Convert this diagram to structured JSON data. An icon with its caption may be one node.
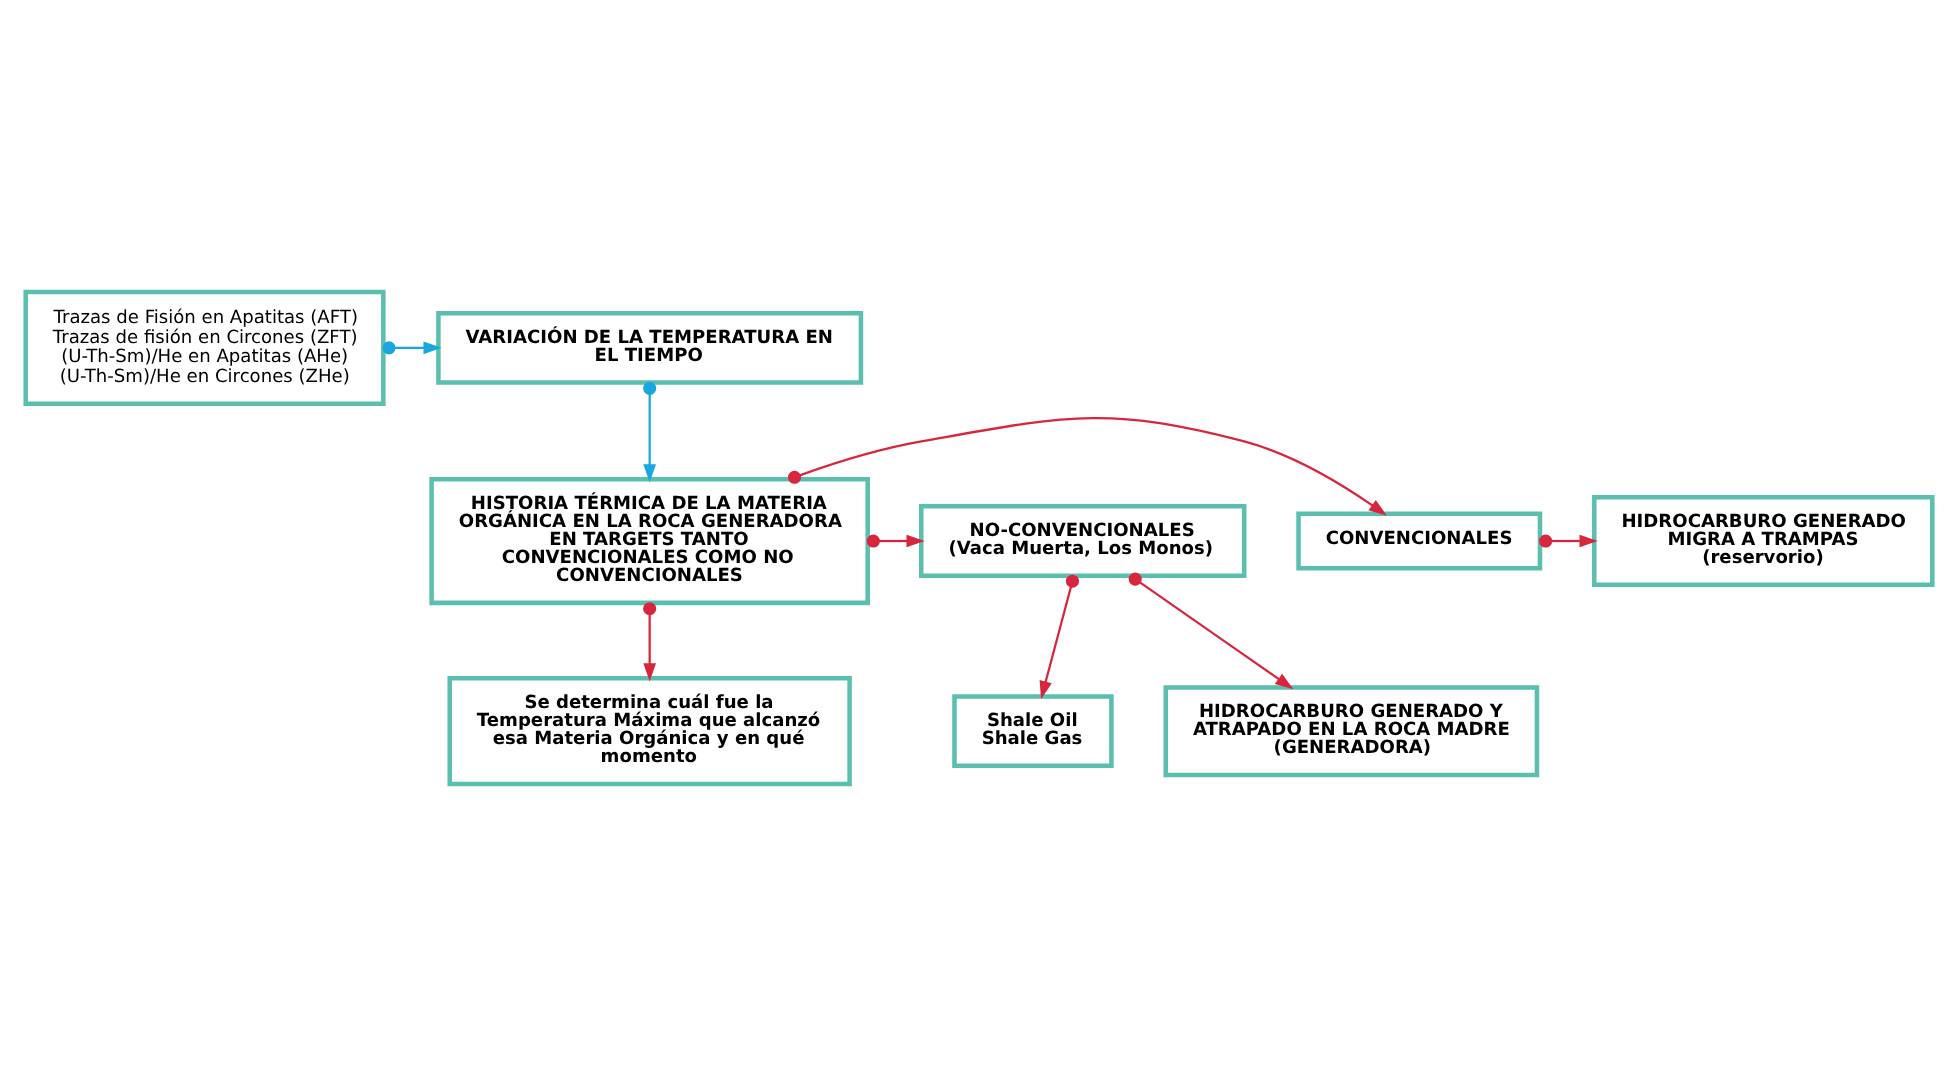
{
  "diagram": {
    "nodes": [
      {
        "text": [
          "VARIACIÓN DE LA TEMPERATURA EN EL TIEMPO"
        ]
      },
      {
        "text": [
          "Trazas de Fisión en Apatitas (AFT)",
          "Trazas de fisión en Circones (ZFT)",
          "(U-Th-Sm)/He en Apatitas (AHe)",
          "(U-Th-Sm)/He en Circones (ZHe)"
        ]
      },
      {
        "text": [
          "HISTORIA TÉRMICA DE LA MATERIA ORGÁNICA EN LA ROCA GENERADORA EN TARGETS TANTO CONVENCIONALES COMO NO CONVENCIONALES"
        ]
      },
      {
        "text": [
          "CONVENCIONALES"
        ]
      },
      {
        "text": [
          "HIDROCARBURO GENERADO MIGRA A TRAMPAS (reservorio)"
        ]
      },
      {
        "text": [
          "NO-CONVENCIONALES",
          "(Vaca Muerta, Los Monos)"
        ]
      },
      {
        "text": [
          "Se determina cuál fue la Temperatura Máxima que alcanzó esa Materia Orgánica y en qué momento"
        ]
      },
      {
        "text": [
          "Shale Oil",
          "Shale Gas"
        ]
      },
      {
        "text": [
          "HIDROCARBURO GENERADO Y ATRAPADO EN LA ROCA MADRE (GENERADORA)"
        ]
      }
    ],
    "edges": [
      {
        "from": 1,
        "to": 0,
        "arrow": "to",
        "color": "#1aa7e0"
      },
      {
        "from": 0,
        "to": 2,
        "arrow": "to",
        "color": "#1aa7e0"
      },
      {
        "from": 2,
        "to": 3,
        "arrow": "to"
      },
      {
        "from": 2,
        "to": 5,
        "arrow": "to"
      },
      {
        "from": 3,
        "to": 4,
        "arrow": "to"
      },
      {
        "from": 5,
        "to": 8,
        "arrow": "to"
      },
      {
        "from": 5,
        "to": 7,
        "arrow": "to"
      },
      {
        "from": 2,
        "to": 6,
        "arrow": "to"
      }
    ]
  }
}
